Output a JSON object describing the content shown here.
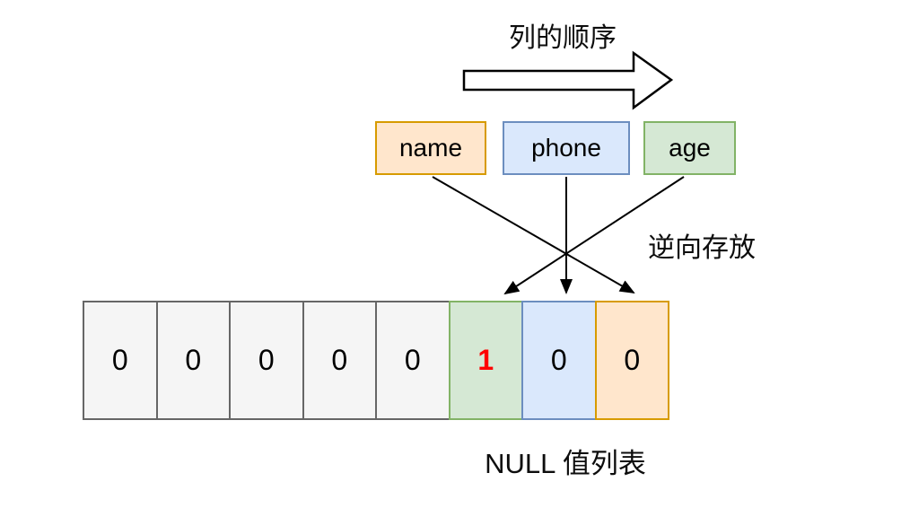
{
  "labels": {
    "column_order": "列的顺序",
    "reverse_storage": "逆向存放",
    "null_list": "NULL 值列表"
  },
  "columns": [
    {
      "label": "name",
      "variant": "orange",
      "arrow_target_cell_index": 7
    },
    {
      "label": "phone",
      "variant": "blue",
      "arrow_target_cell_index": 6
    },
    {
      "label": "age",
      "variant": "green",
      "arrow_target_cell_index": 5
    }
  ],
  "cells": [
    {
      "value": "0",
      "variant": "gray",
      "highlight": false
    },
    {
      "value": "0",
      "variant": "gray",
      "highlight": false
    },
    {
      "value": "0",
      "variant": "gray",
      "highlight": false
    },
    {
      "value": "0",
      "variant": "gray",
      "highlight": false
    },
    {
      "value": "0",
      "variant": "gray",
      "highlight": false
    },
    {
      "value": "1",
      "variant": "green",
      "highlight": true
    },
    {
      "value": "0",
      "variant": "blue",
      "highlight": false
    },
    {
      "value": "0",
      "variant": "orange",
      "highlight": false
    }
  ],
  "colors": {
    "orange_fill": "#ffe6cc",
    "orange_border": "#d79b00",
    "blue_fill": "#dae8fc",
    "blue_border": "#6c8ebf",
    "green_fill": "#d5e8d4",
    "green_border": "#82b366",
    "gray_fill": "#f5f5f5",
    "gray_border": "#666666",
    "highlight_value": "#ff0000",
    "line": "#000000"
  }
}
